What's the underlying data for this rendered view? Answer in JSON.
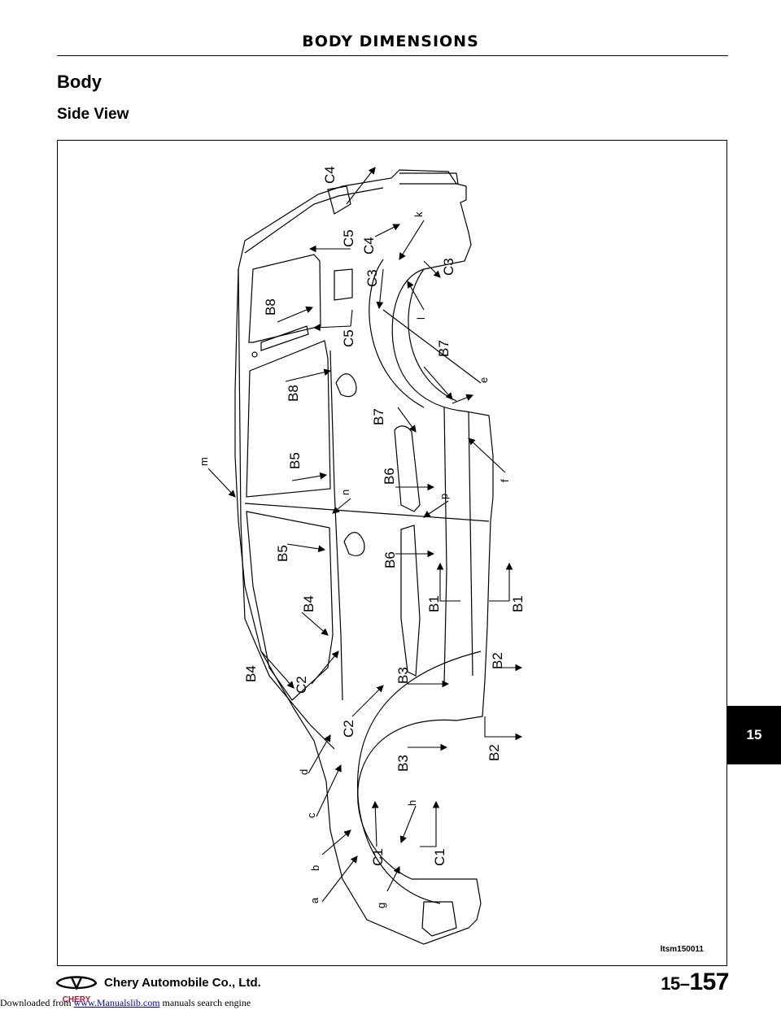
{
  "header": {
    "title": "BODY DIMENSIONS"
  },
  "headings": {
    "section": "Body",
    "subsection": "Side View"
  },
  "figure": {
    "id": "ltsm150011",
    "labels": [
      "C4",
      "C5",
      "C4",
      "k",
      "C3",
      "C3",
      "l",
      "B8",
      "C5",
      "B8",
      "B7",
      "e",
      "B7",
      "m",
      "B5",
      "n",
      "B6",
      "p",
      "f",
      "B5",
      "B6",
      "B1",
      "B1",
      "B4",
      "B2",
      "B4",
      "C2",
      "B3",
      "C2",
      "B2",
      "B3",
      "d",
      "c",
      "h",
      "b",
      "C1",
      "C1",
      "a",
      "g"
    ]
  },
  "chapter_tab": {
    "number": "15"
  },
  "footer": {
    "company": "Chery Automobile Co., Ltd.",
    "logo_text": "CHERY",
    "page_prefix": "15–",
    "page_number": "157"
  },
  "download_note": {
    "prefix": "Downloaded from",
    "link_text": "www.Manualslib.com",
    "suffix": "manuals search engine"
  },
  "colors": {
    "ink": "#000000",
    "tab_bg": "#000000",
    "tab_text": "#ffffff",
    "link": "#0000cc"
  }
}
